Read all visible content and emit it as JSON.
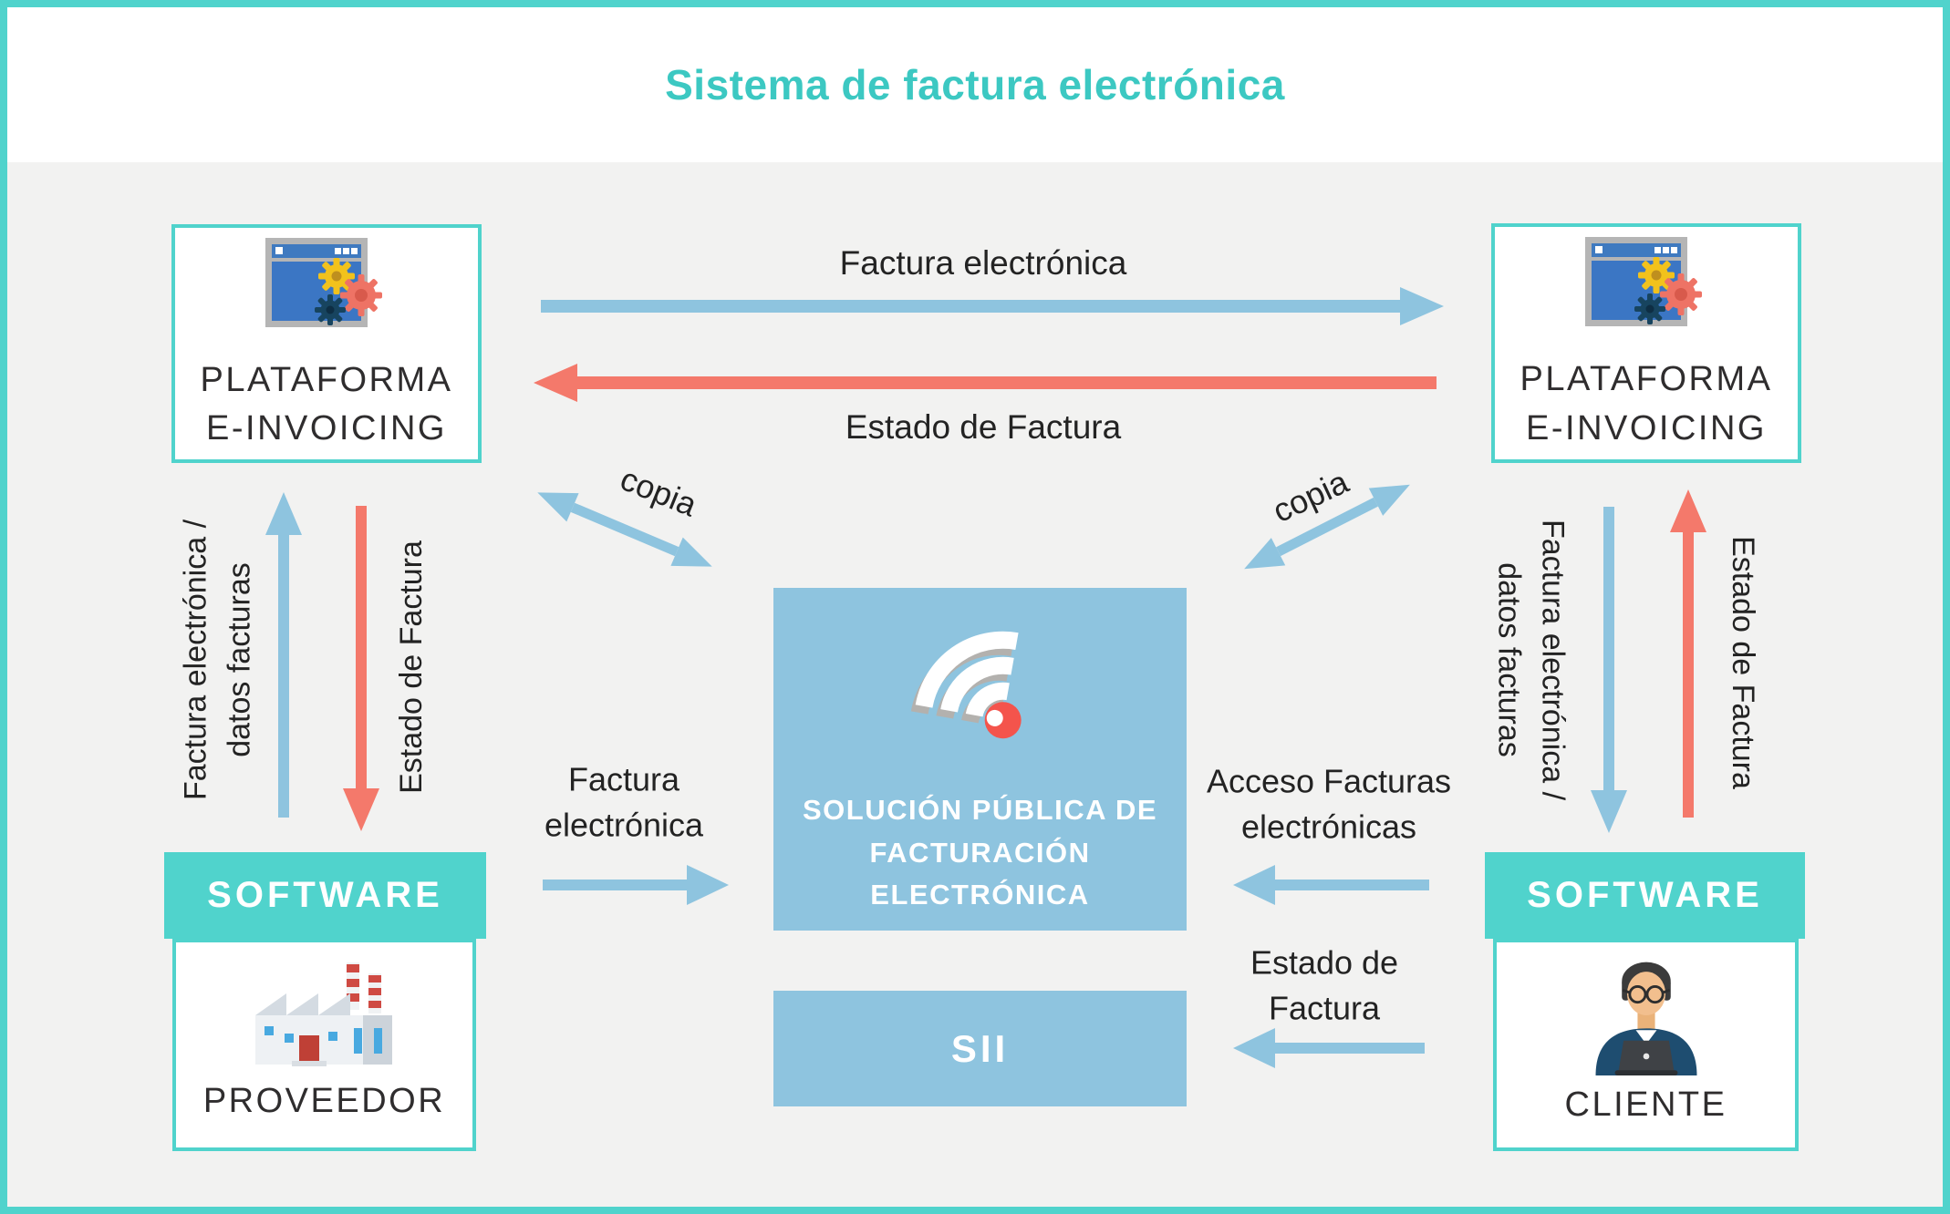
{
  "title": "Sistema de factura electrónica",
  "colors": {
    "teal": "#50d3cc",
    "title_teal": "#3cc8c2",
    "light_blue": "#8ec4df",
    "salmon_red": "#f4796b",
    "background_gray": "#f2f2f1",
    "panel_white": "#ffffff",
    "text_dark": "#2f2d2e"
  },
  "icons": {
    "platform": "browser-gears-icon",
    "central": "wifi-signal-icon",
    "provider": "factory-icon",
    "client": "person-laptop-icon"
  },
  "nodes": {
    "platform_left": {
      "line1": "PLATAFORMA",
      "line2": "E-INVOICING"
    },
    "platform_right": {
      "line1": "PLATAFORMA",
      "line2": "E-INVOICING"
    },
    "software_left": {
      "header": "SOFTWARE",
      "label": "PROVEEDOR"
    },
    "software_right": {
      "header": "SOFTWARE",
      "label": "CLIENTE"
    },
    "central": {
      "line1": "SOLUCIÓN PÚBLICA",
      "line2": "DE FACTURACIÓN",
      "line3": "ELECTRÓNICA"
    },
    "sii": {
      "label": "SII"
    }
  },
  "edges": {
    "top_forward": {
      "label": "Factura electrónica"
    },
    "top_back": {
      "label": "Estado de Factura"
    },
    "left_pair": {
      "line1": "Factura electrónica /",
      "line2": "datos facturas"
    },
    "left_back": {
      "label": "Estado de Factura"
    },
    "right_pair": {
      "line1": "Factura electrónica /",
      "line2": "datos facturas"
    },
    "right_back": {
      "label": "Estado de Factura"
    },
    "copia_left": {
      "label": "copia"
    },
    "copia_right": {
      "label": "copia"
    },
    "center_in_left": {
      "line1": "Factura",
      "line2": "electrónica"
    },
    "center_in_right": {
      "line1": "Acceso Facturas",
      "line2": "electrónicas"
    },
    "sii_in": {
      "line1": "Estado de",
      "line2": "Factura"
    }
  }
}
